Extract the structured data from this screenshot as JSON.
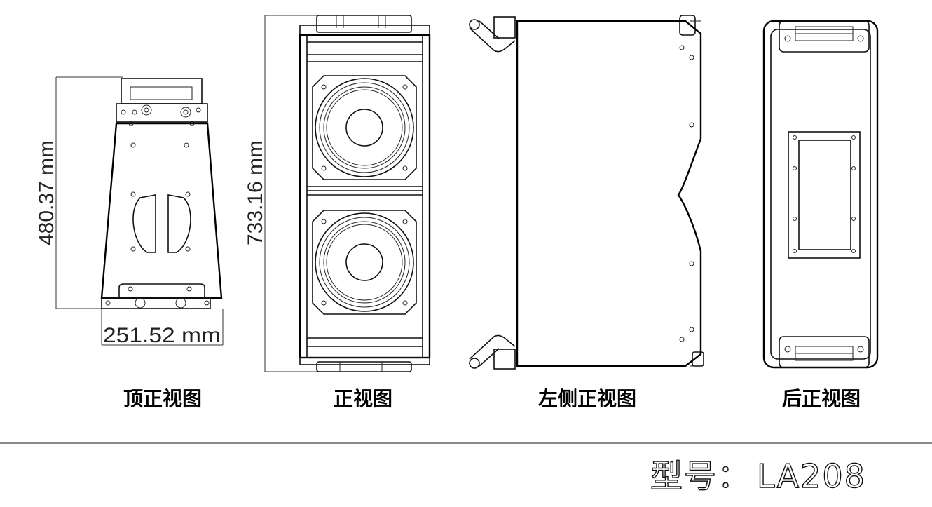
{
  "dimensions": {
    "height_top_view": "480.37 mm",
    "height_front_view": "733.16 mm",
    "width_top_view": "251.52 mm"
  },
  "views": {
    "top": "顶正视图",
    "front": "正视图",
    "left_side": "左侧正视图",
    "rear": "后正视图"
  },
  "model": {
    "label": "型号：",
    "value": "LA208"
  },
  "colors": {
    "line": "#111111",
    "background": "#ffffff"
  }
}
